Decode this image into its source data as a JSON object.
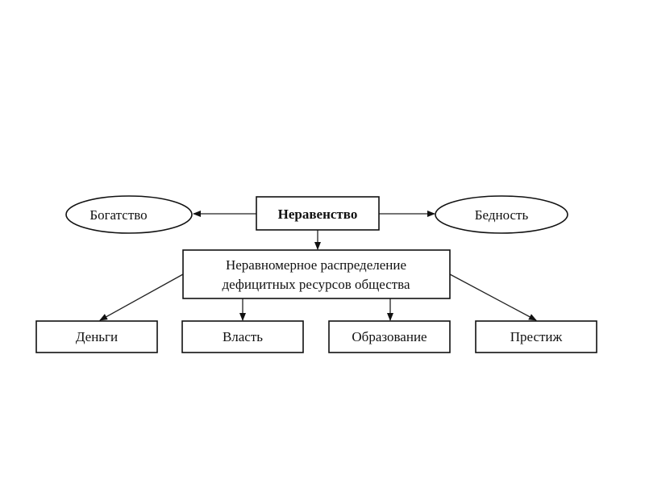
{
  "diagram": {
    "center": "Неравенство",
    "left": "Богатство",
    "right": "Бедность",
    "middle": {
      "line1": "Неравномерное распределение",
      "line2": "дефицитных ресурсов общества"
    },
    "resources": [
      "Деньги",
      "Власть",
      "Образование",
      "Престиж"
    ]
  }
}
